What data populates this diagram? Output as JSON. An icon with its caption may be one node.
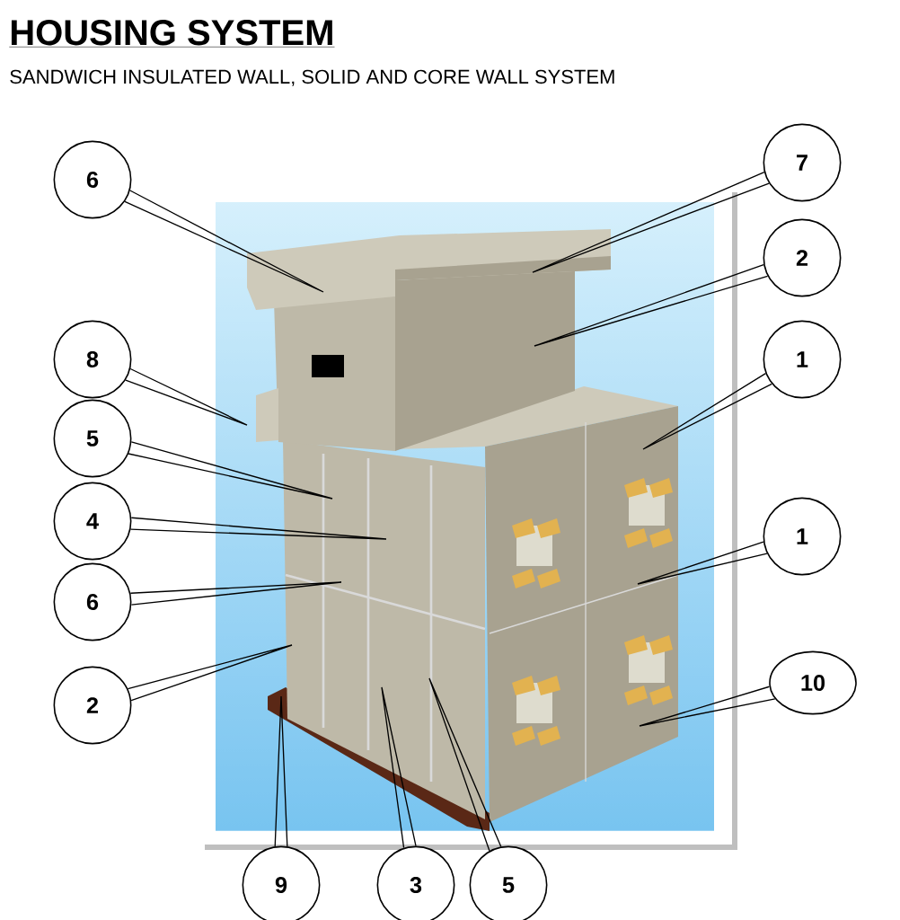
{
  "diagram": {
    "title": "HOUSING SYSTEM",
    "nodes": [
      {
        "text": [
          "6"
        ]
      },
      {
        "text": [
          "7"
        ]
      },
      {
        "text": [
          "2"
        ]
      },
      {
        "text": [
          "8"
        ]
      },
      {
        "text": [
          "1"
        ]
      },
      {
        "text": [
          "5"
        ]
      },
      {
        "text": [
          "4"
        ]
      },
      {
        "text": [
          "1"
        ]
      },
      {
        "text": [
          "6"
        ]
      },
      {
        "text": [
          "2"
        ]
      },
      {
        "text": [
          "10"
        ]
      },
      {
        "text": [
          "9"
        ]
      },
      {
        "text": [
          "3"
        ]
      },
      {
        "text": [
          "5"
        ]
      }
    ],
    "edges": [
      {
        "from": 0,
        "to": null,
        "arrow": "none"
      },
      {
        "from": 1,
        "to": null,
        "arrow": "none"
      },
      {
        "from": 2,
        "to": null,
        "arrow": "none"
      },
      {
        "from": 3,
        "to": null,
        "arrow": "none"
      },
      {
        "from": 4,
        "to": null,
        "arrow": "none"
      },
      {
        "from": 5,
        "to": null,
        "arrow": "none"
      },
      {
        "from": 6,
        "to": null,
        "arrow": "none"
      },
      {
        "from": 7,
        "to": null,
        "arrow": "none"
      },
      {
        "from": 8,
        "to": null,
        "arrow": "none"
      },
      {
        "from": 9,
        "to": null,
        "arrow": "none"
      },
      {
        "from": 10,
        "to": null,
        "arrow": "none"
      },
      {
        "from": 11,
        "to": null,
        "arrow": "none"
      },
      {
        "from": 12,
        "to": null,
        "arrow": "none"
      },
      {
        "from": 13,
        "to": null,
        "arrow": "none"
      }
    ],
    "labels": [
      "SANDWICH INSULATED WALL, SOLID AND CORE WALL SYSTEM"
    ]
  }
}
